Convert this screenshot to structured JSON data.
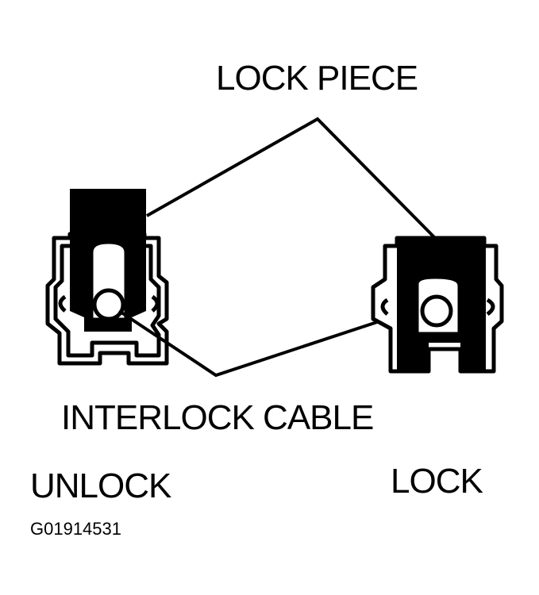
{
  "labels": {
    "lock_piece": "LOCK PIECE",
    "interlock_cable": "INTERLOCK CABLE",
    "unlock": "UNLOCK",
    "lock": "LOCK",
    "figure_code": "G01914531"
  },
  "colors": {
    "ink": "#000000",
    "paper": "#ffffff"
  }
}
